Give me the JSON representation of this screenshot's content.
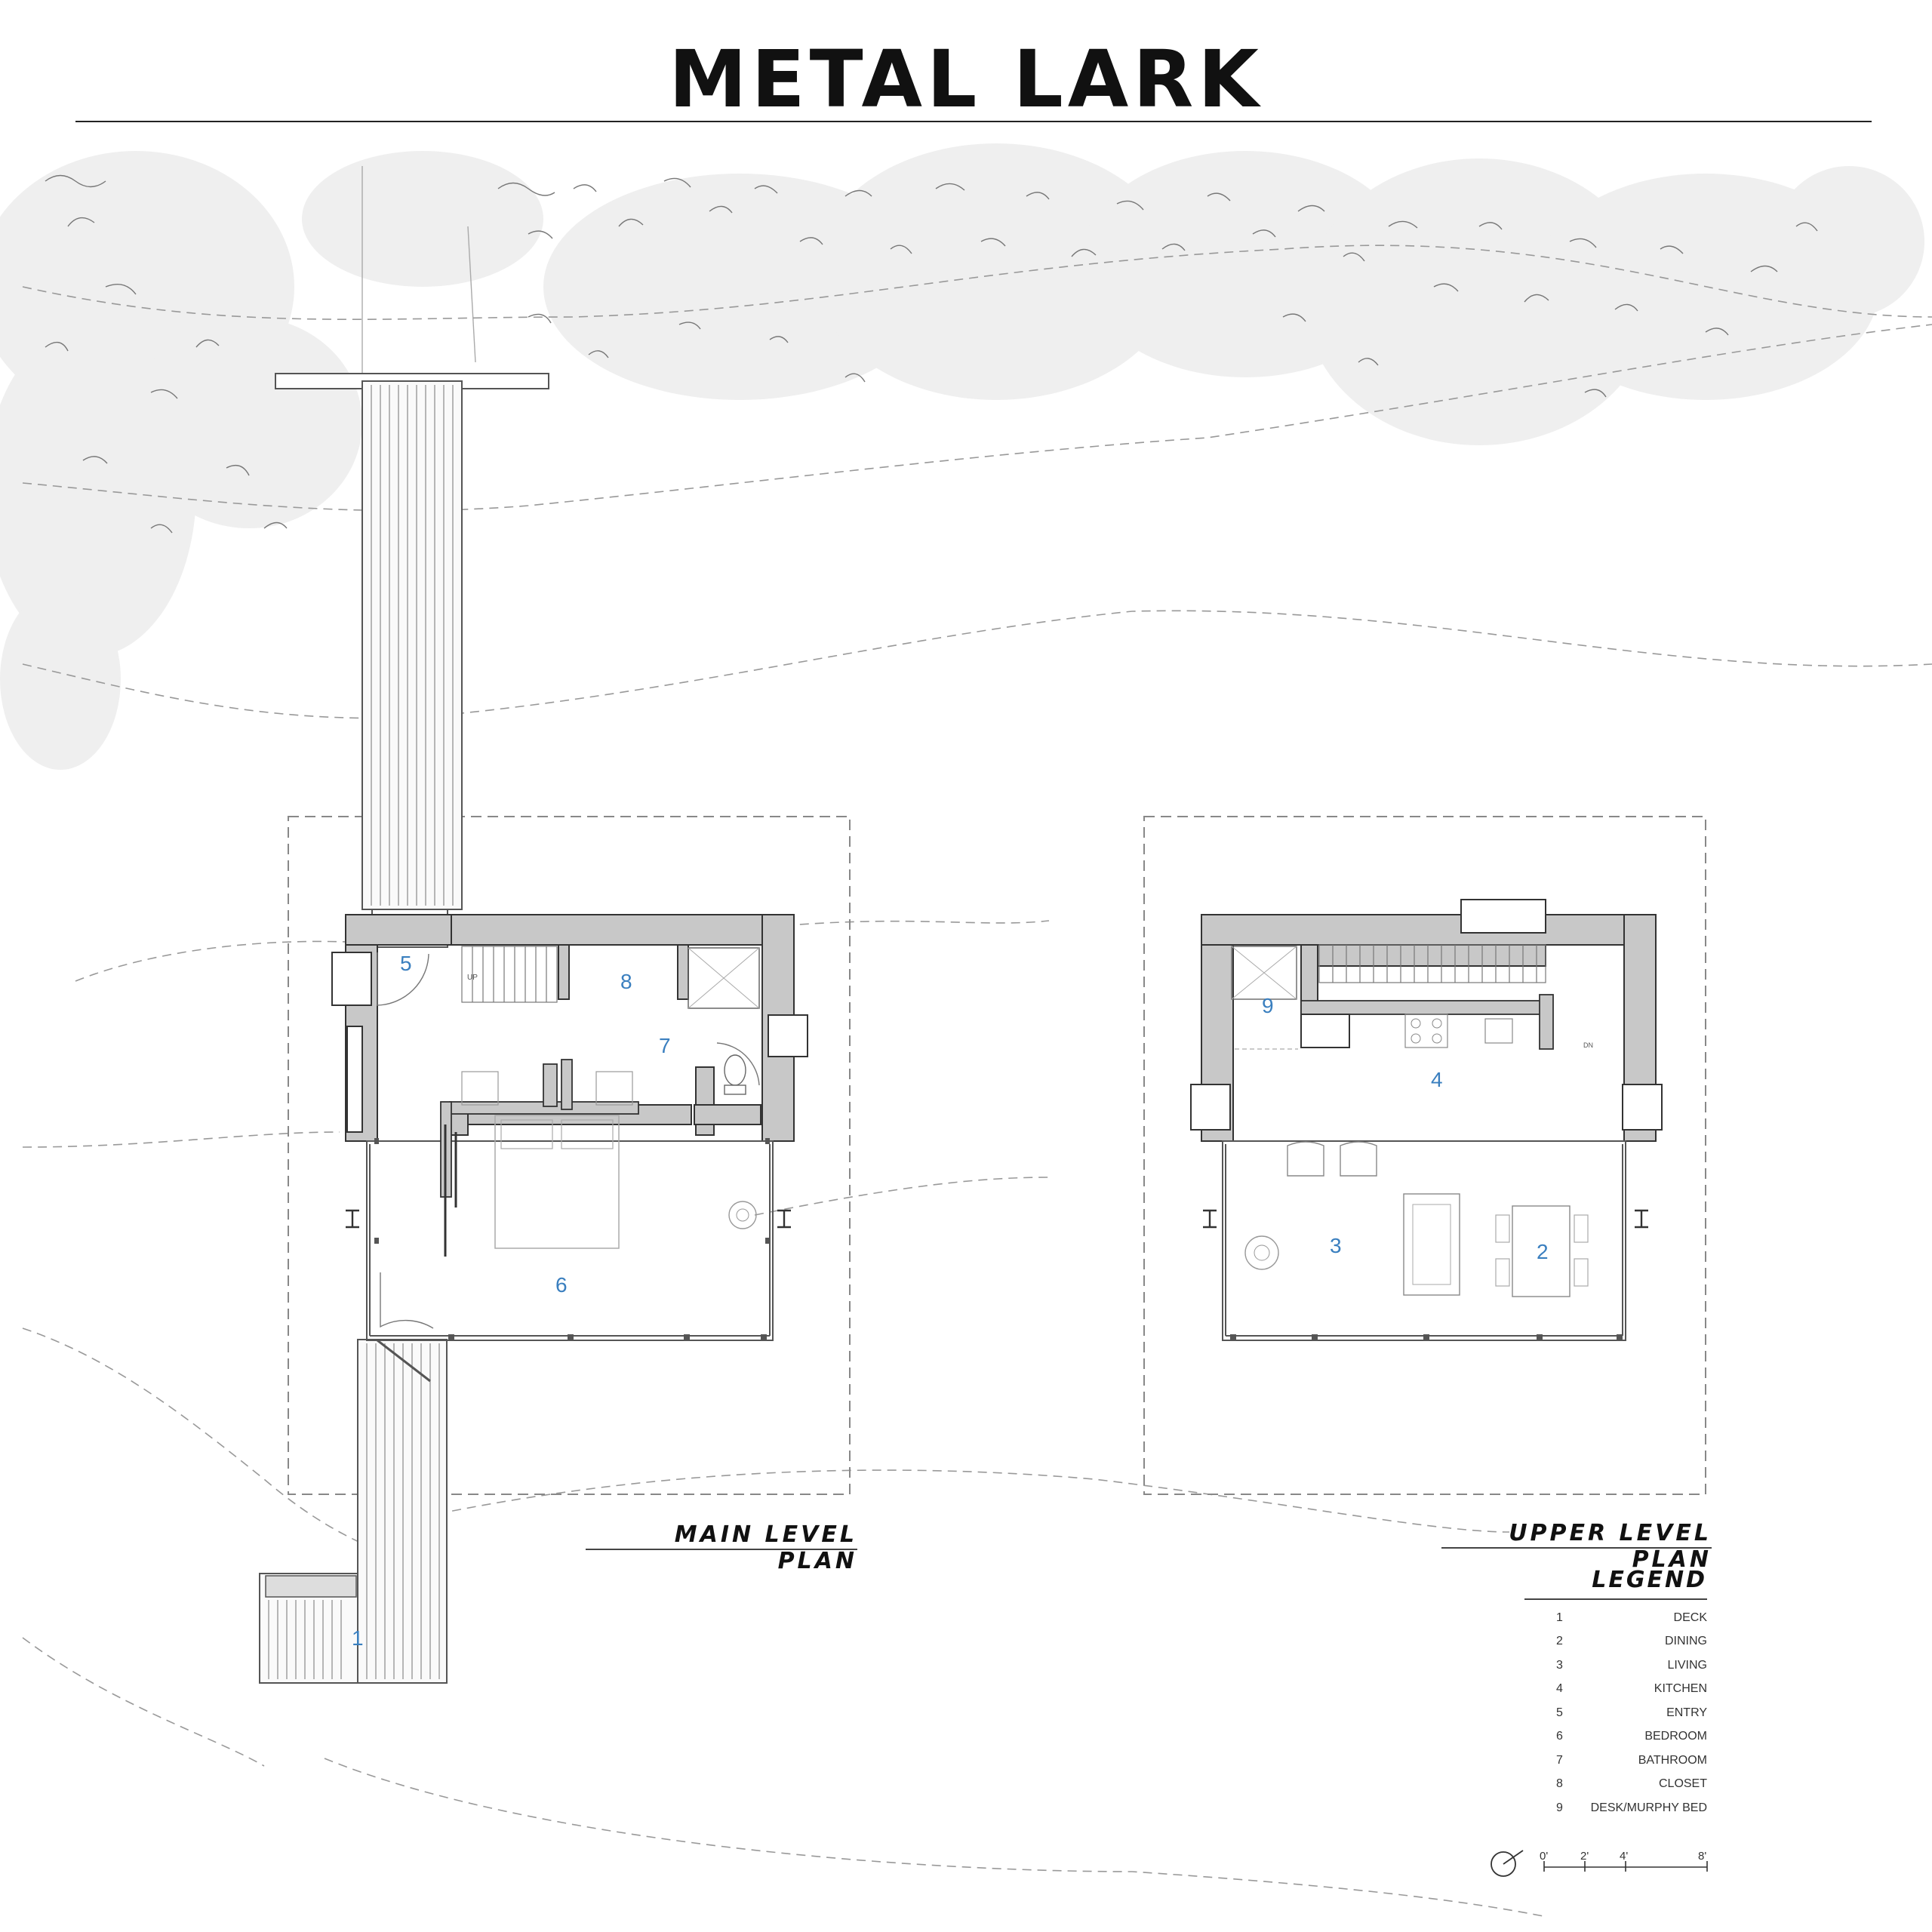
{
  "title": "METAL LARK",
  "plans": {
    "main": {
      "label": "MAIN LEVEL PLAN"
    },
    "upper": {
      "label": "UPPER LEVEL PLAN"
    }
  },
  "room_numbers": {
    "main": [
      "5",
      "8",
      "7",
      "6",
      "1"
    ],
    "upper": [
      "9",
      "4",
      "3",
      "2"
    ]
  },
  "legend": {
    "title": "LEGEND",
    "items": [
      {
        "num": "1",
        "label": "DECK"
      },
      {
        "num": "2",
        "label": "DINING"
      },
      {
        "num": "3",
        "label": "LIVING"
      },
      {
        "num": "4",
        "label": "KITCHEN"
      },
      {
        "num": "5",
        "label": "ENTRY"
      },
      {
        "num": "6",
        "label": "BEDROOM"
      },
      {
        "num": "7",
        "label": "BATHROOM"
      },
      {
        "num": "8",
        "label": "CLOSET"
      },
      {
        "num": "9",
        "label": "DESK/MURPHY BED"
      }
    ]
  },
  "scale": {
    "ticks": [
      "0'",
      "2'",
      "4'",
      "8'"
    ]
  },
  "annotations": {
    "stair_up": "UP",
    "stair_dn": "DN"
  },
  "colors": {
    "wall": "#c8c8c8",
    "room_number": "#3a7fbf",
    "tree": "#eeeeee"
  }
}
